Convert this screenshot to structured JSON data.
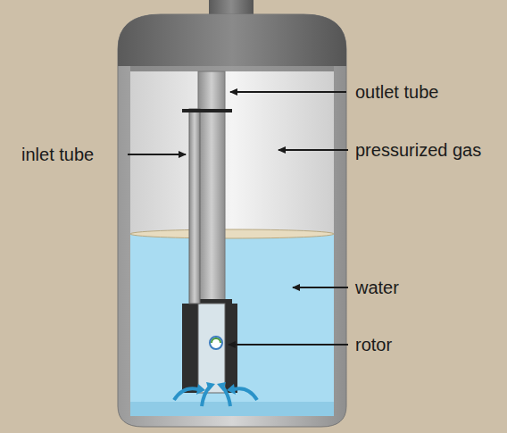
{
  "diagram": {
    "labels": [
      "outlet tube",
      "inlet tube",
      "pressurized gas",
      "water",
      "rotor"
    ]
  }
}
